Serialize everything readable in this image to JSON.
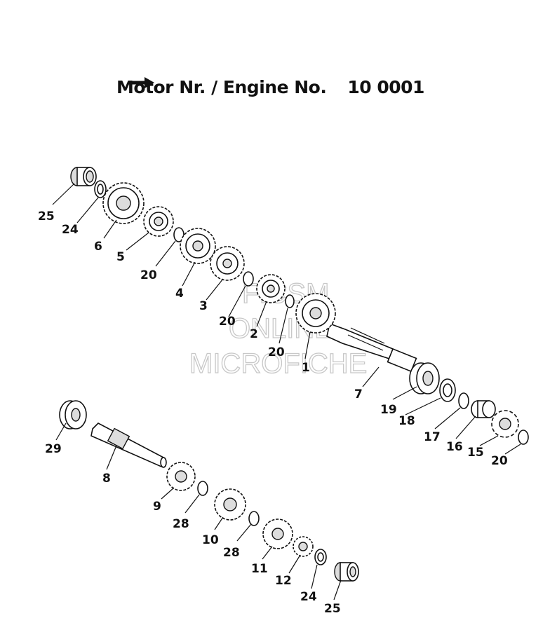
{
  "header": {
    "title": "Motor Nr. / Engine No.",
    "engine_number": "10 0001",
    "arrow_icon": "arrow-right-icon"
  },
  "watermark": {
    "line1": "FICSM",
    "line2": "ONLINE",
    "line3": "MICROFICHE"
  },
  "callouts": {
    "upper_shaft": [
      "25",
      "24",
      "6",
      "5",
      "20",
      "4",
      "3",
      "20",
      "2",
      "20",
      "1",
      "7",
      "19",
      "18",
      "17",
      "16",
      "15",
      "20"
    ],
    "lower_shaft": [
      "29",
      "8",
      "9",
      "28",
      "10",
      "28",
      "11",
      "12",
      "24",
      "25"
    ]
  }
}
